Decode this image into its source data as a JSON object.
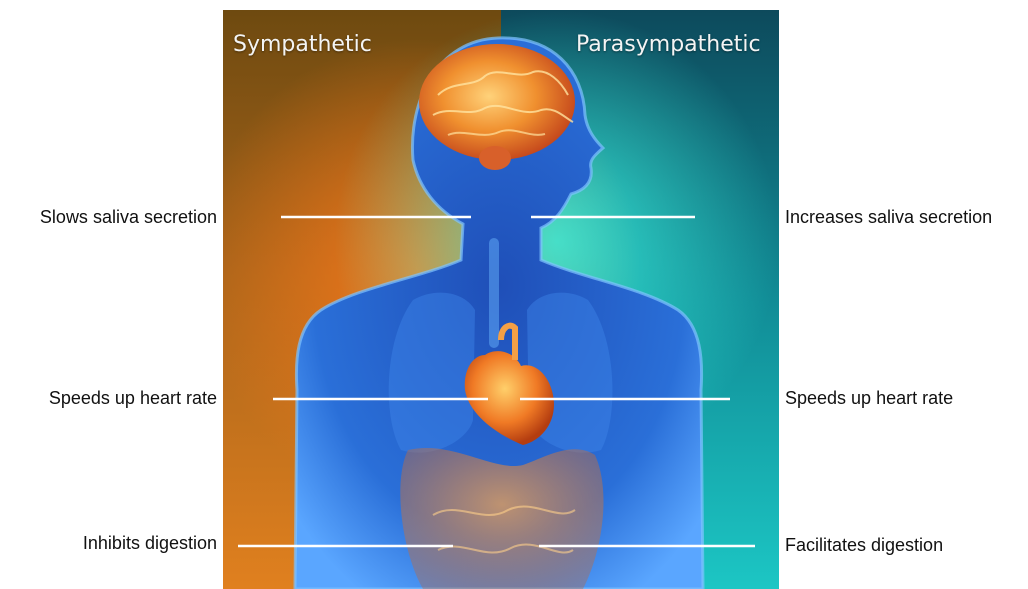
{
  "headers": {
    "left": "Sympathetic",
    "right": "Parasympathetic"
  },
  "sympathetic_effects": [
    "Slows saliva secretion",
    "Speeds up heart rate",
    "Inhibits digestion"
  ],
  "parasympathetic_effects": [
    "Increases saliva secretion",
    "Speeds up heart rate",
    "Facilitates digestion"
  ],
  "colors": {
    "sympathetic_background": "#c9701b",
    "parasympathetic_background": "#19b8b8",
    "body": "#2f7fe0",
    "organs": "#f0802a",
    "pointer_lines": "#ffffff"
  }
}
